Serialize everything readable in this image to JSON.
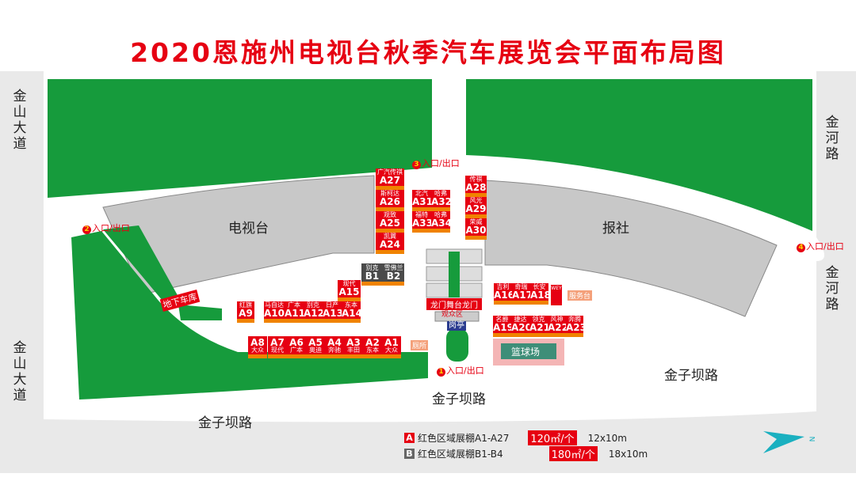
{
  "title": "2020恩施州电视台秋季汽车展览会平面布局图",
  "colors": {
    "title": "#e60012",
    "green": "#169b3c",
    "building": "#c8c8c8",
    "booth": "#e60012",
    "booth_b": "#4a4a4a",
    "stripe": "#f08300"
  },
  "roads": {
    "jinshan_top": "金山大道",
    "jinshan_bottom": "金山大道",
    "jinhe_top": "金河路",
    "jinhe_bottom": "金河路",
    "jinziba_left": "金子坝路",
    "jinziba_mid": "金子坝路",
    "jinziba_right": "金子坝路"
  },
  "buildings": {
    "tv": "电视台",
    "newspaper": "报社",
    "basketball": "篮球场",
    "garage": "地下车库"
  },
  "entrances": [
    {
      "num": "1",
      "label": "入口/出口"
    },
    {
      "num": "2",
      "label": "入口/出口"
    },
    {
      "num": "3",
      "label": "入口/出口"
    },
    {
      "num": "4",
      "label": "入口/出口"
    }
  ],
  "stage": {
    "label": "龙门舞台龙门",
    "audience": "观众区",
    "booth": "岗亭",
    "toilet": "厕所",
    "service": "服务台"
  },
  "wey": "WEY",
  "booths": [
    {
      "code": "A1",
      "brand": "大众"
    },
    {
      "code": "A2",
      "brand": "东本"
    },
    {
      "code": "A3",
      "brand": "丰田"
    },
    {
      "code": "A4",
      "brand": "奔驰"
    },
    {
      "code": "A5",
      "brand": "奥迪"
    },
    {
      "code": "A6",
      "brand": "广本"
    },
    {
      "code": "A7",
      "brand": "现代"
    },
    {
      "code": "A8",
      "brand": "大众"
    },
    {
      "code": "A9",
      "brand": "红旗"
    },
    {
      "code": "A10",
      "brand": "马自达"
    },
    {
      "code": "A11",
      "brand": "广本"
    },
    {
      "code": "A12",
      "brand": "别克"
    },
    {
      "code": "A13",
      "brand": "日产"
    },
    {
      "code": "A14",
      "brand": "东本"
    },
    {
      "code": "A15",
      "brand": "现代"
    },
    {
      "code": "A16",
      "brand": "吉利"
    },
    {
      "code": "A17",
      "brand": "奇瑞"
    },
    {
      "code": "A18",
      "brand": "长安"
    },
    {
      "code": "A19",
      "brand": "名爵"
    },
    {
      "code": "A20",
      "brand": "捷达"
    },
    {
      "code": "A21",
      "brand": "领克"
    },
    {
      "code": "A22",
      "brand": "风神"
    },
    {
      "code": "A23",
      "brand": "奔腾"
    },
    {
      "code": "A24",
      "brand": "凯翼"
    },
    {
      "code": "A25",
      "brand": "观致"
    },
    {
      "code": "A26",
      "brand": "斯柯达"
    },
    {
      "code": "A27",
      "brand": "广汽传祺"
    },
    {
      "code": "A28",
      "brand": "传祺"
    },
    {
      "code": "A29",
      "brand": "风光"
    },
    {
      "code": "A30",
      "brand": "荣威"
    },
    {
      "code": "A31",
      "brand": "北汽"
    },
    {
      "code": "A32",
      "brand": "哈弗"
    },
    {
      "code": "A33",
      "brand": "福特"
    },
    {
      "code": "A34",
      "brand": "哈弗"
    },
    {
      "code": "B1",
      "brand": "别克"
    },
    {
      "code": "B2",
      "brand": "雪佛兰"
    }
  ],
  "legend": [
    {
      "key": "A",
      "text": "红色区域展棚A1-A27",
      "price": "120㎡/个",
      "size": "12x10m"
    },
    {
      "key": "B",
      "text": "红色区域展棚B1-B4",
      "price": "180㎡/个",
      "size": "18x10m"
    }
  ],
  "compass": "N"
}
